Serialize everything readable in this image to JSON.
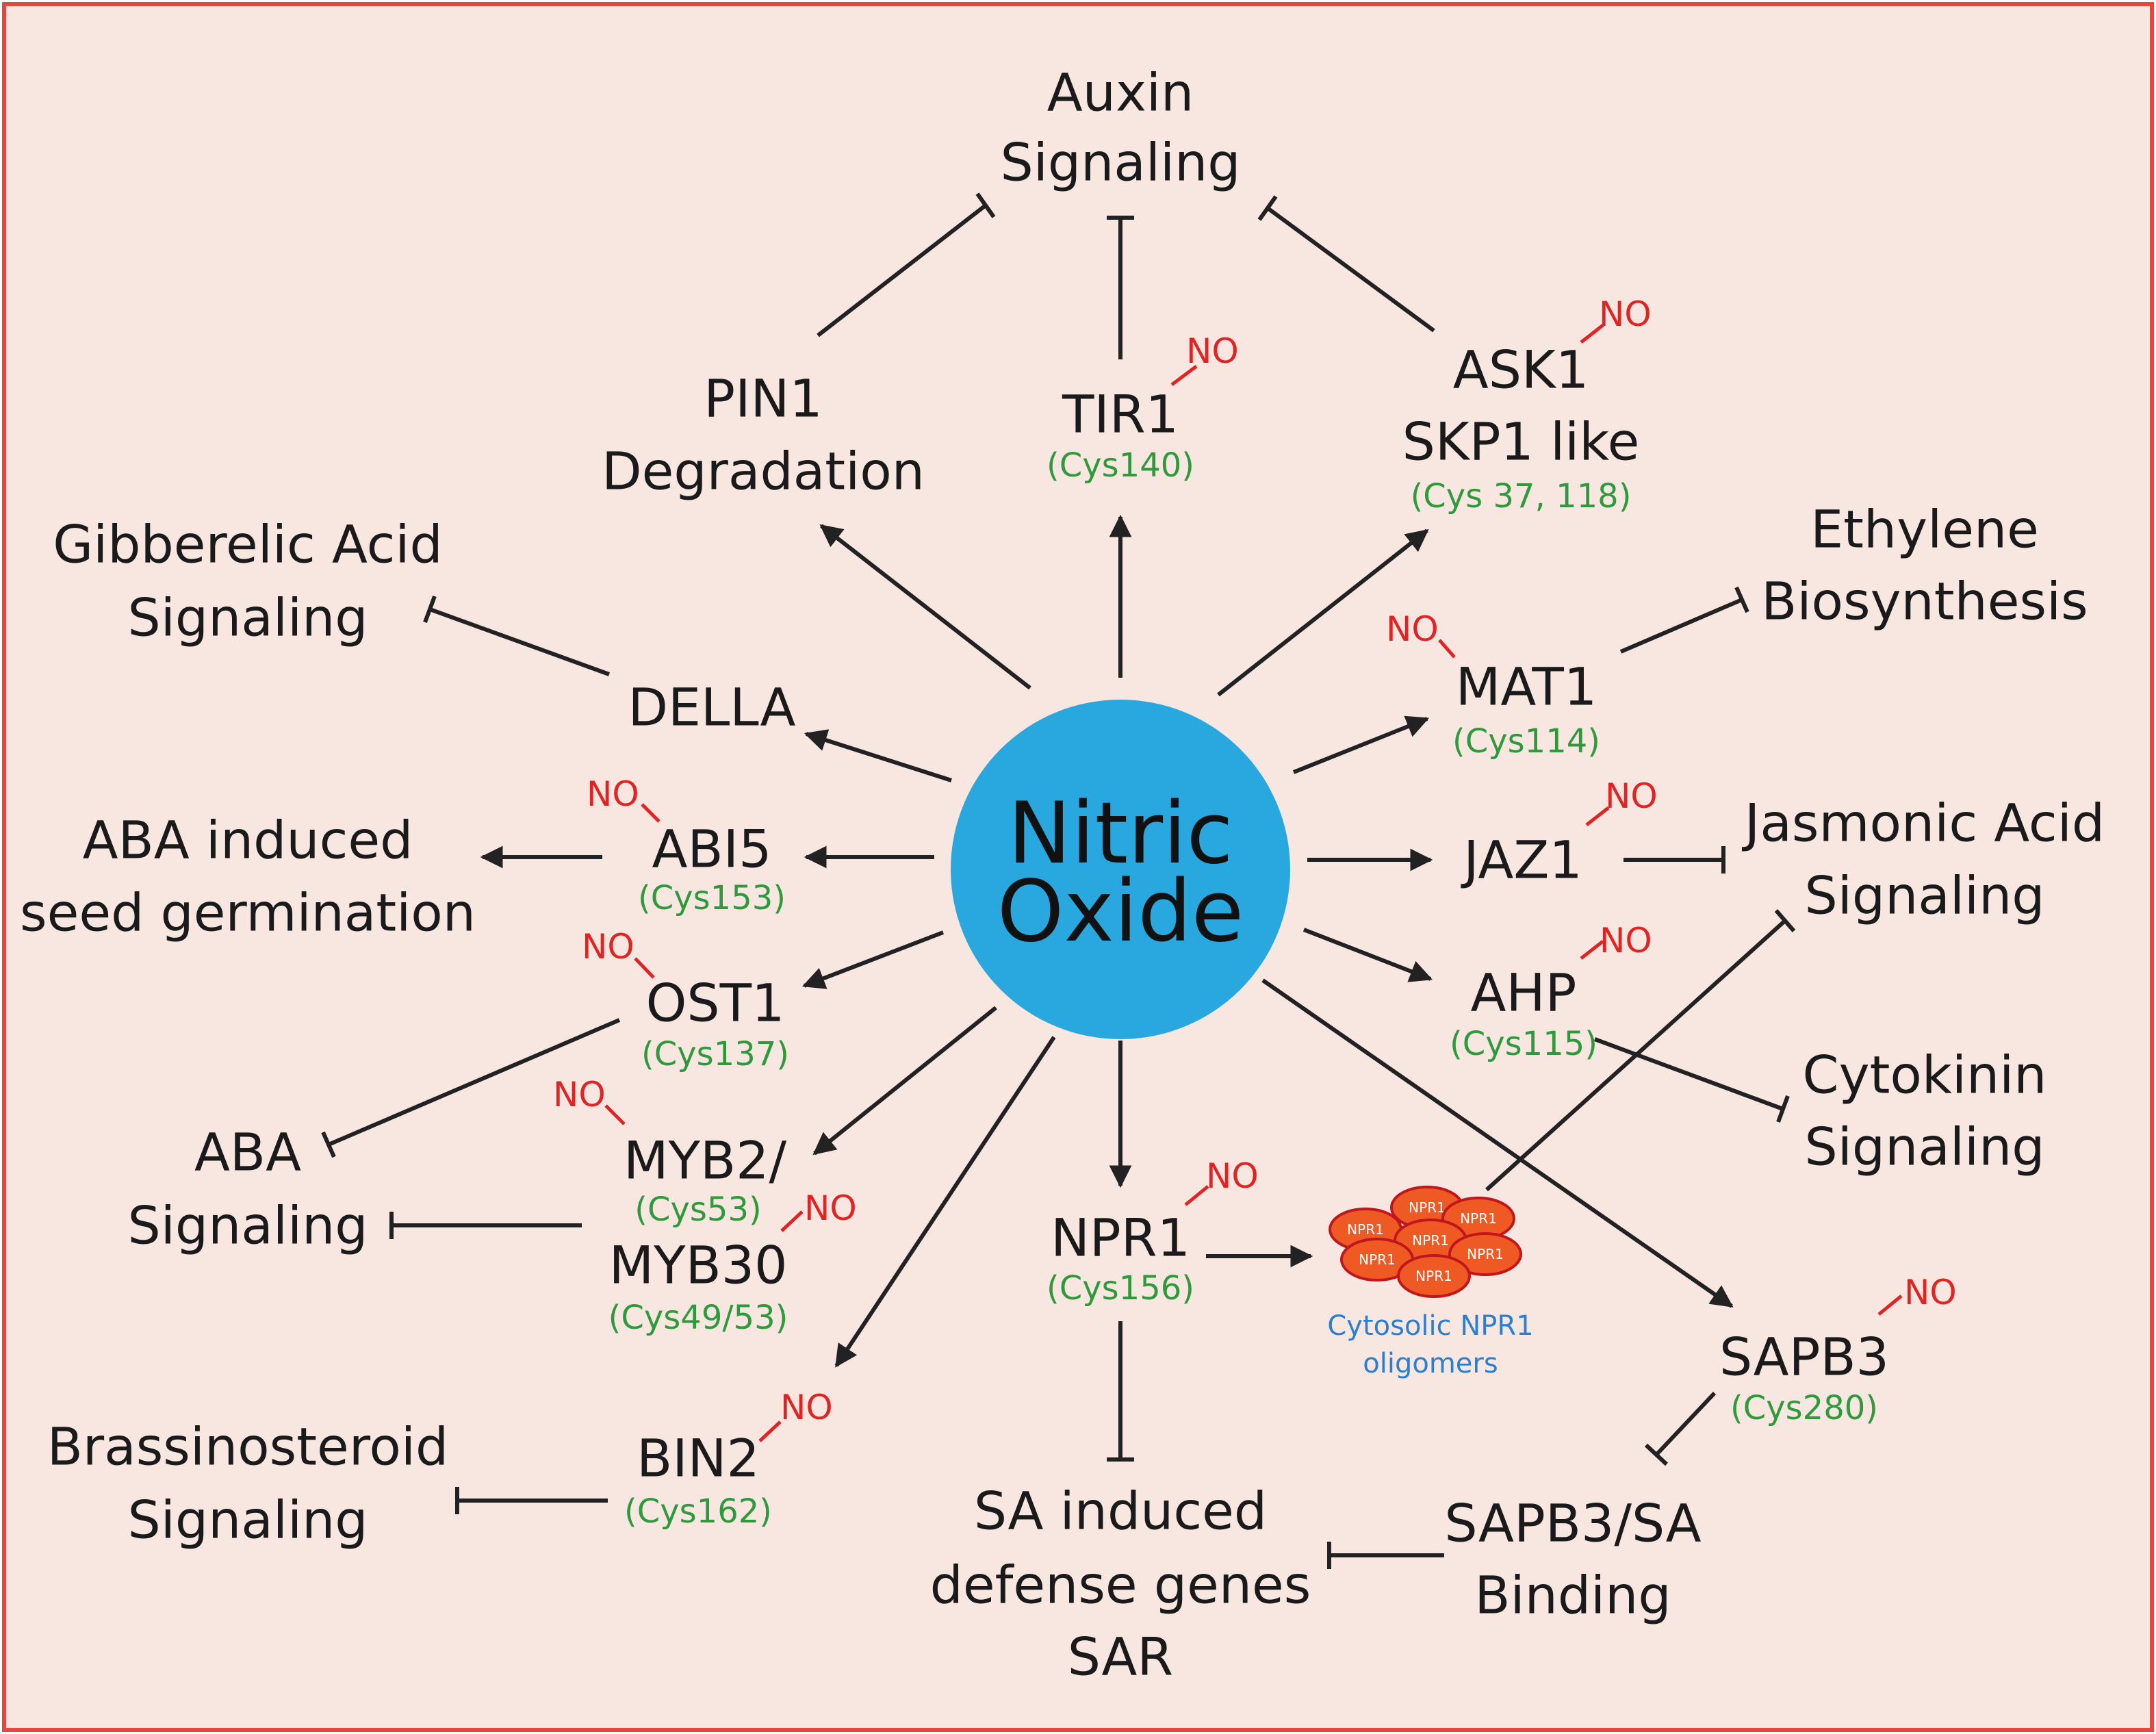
{
  "hub": {
    "line1": "Nitric",
    "line2": "Oxide"
  },
  "no_label": "NO",
  "nodes": {
    "auxin": {
      "line1": "Auxin",
      "line2": "Signaling"
    },
    "pin1": {
      "line1": "PIN1",
      "line2": "Degradation"
    },
    "tir1": {
      "name": "TIR1",
      "cys": "(Cys140)"
    },
    "ask1": {
      "line1": "ASK1",
      "line2": "SKP1 like",
      "cys": "(Cys 37, 118)"
    },
    "gibberelic": {
      "line1": "Gibberelic Acid",
      "line2": "Signaling"
    },
    "della": {
      "name": "DELLA"
    },
    "ethylene": {
      "line1": "Ethylene",
      "line2": "Biosynthesis"
    },
    "mat1": {
      "name": "MAT1",
      "cys": "(Cys114)"
    },
    "aba_germ": {
      "line1": "ABA induced",
      "line2": "seed germination"
    },
    "abi5": {
      "name": "ABI5",
      "cys": "(Cys153)"
    },
    "jaz1": {
      "name": "JAZ1"
    },
    "jasmonic": {
      "line1": "Jasmonic Acid",
      "line2": "Signaling"
    },
    "ost1": {
      "name": "OST1",
      "cys": "(Cys137)"
    },
    "ahp": {
      "name": "AHP",
      "cys": "(Cys115)"
    },
    "cytokinin": {
      "line1": "Cytokinin",
      "line2": "Signaling"
    },
    "aba_sig": {
      "line1": "ABA",
      "line2": "Signaling"
    },
    "myb": {
      "line1": "MYB2/",
      "cys1": "(Cys53)",
      "line2": "MYB30",
      "cys2": "(Cys49/53)"
    },
    "npr1": {
      "name": "NPR1",
      "cys": "(Cys156)"
    },
    "oligomers": {
      "unit": "NPR1",
      "line1": "Cytosolic NPR1",
      "line2": "oligomers"
    },
    "sapb3": {
      "name": "SAPB3",
      "cys": "(Cys280)"
    },
    "brassino": {
      "line1": "Brassinosteroid",
      "line2": "Signaling"
    },
    "bin2": {
      "name": "BIN2",
      "cys": "(Cys162)"
    },
    "sa_genes": {
      "line1": "SA induced",
      "line2": "defense genes",
      "line3": "SAR"
    },
    "sapb3_sa": {
      "line1": "SAPB3/SA",
      "line2": "Binding"
    }
  },
  "colors": {
    "background": "#f8e6e0",
    "border": "#e8453c",
    "hub": "#29a8e0",
    "no_mark": "#e02424",
    "cysteine": "#2e9a3c",
    "oligomer_fill": "#ef5a24",
    "oligomer_edge": "#c0161c",
    "oligomer_label": "#2a7fd0"
  }
}
